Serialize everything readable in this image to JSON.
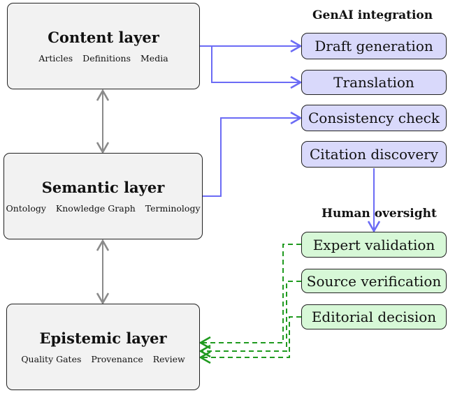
{
  "layers": [
    {
      "title": "Content layer",
      "items": [
        "Articles",
        "Definitions",
        "Media"
      ]
    },
    {
      "title": "Semantic layer",
      "items": [
        "Ontology",
        "Knowledge Graph",
        "Terminology"
      ]
    },
    {
      "title": "Epistemic layer",
      "items": [
        "Quality Gates",
        "Provenance",
        "Review"
      ]
    }
  ],
  "genai": {
    "heading": "GenAI integration",
    "items": [
      "Draft generation",
      "Translation",
      "Consistency check",
      "Citation discovery"
    ],
    "color": "#6b6bf5",
    "fill": "#d9d9fb"
  },
  "human": {
    "heading": "Human oversight",
    "items": [
      "Expert validation",
      "Source verification",
      "Editorial decision"
    ],
    "color": "#1f9a1f",
    "fill": "#d7f8d7"
  },
  "layer_link_color": "#8a8a8a"
}
